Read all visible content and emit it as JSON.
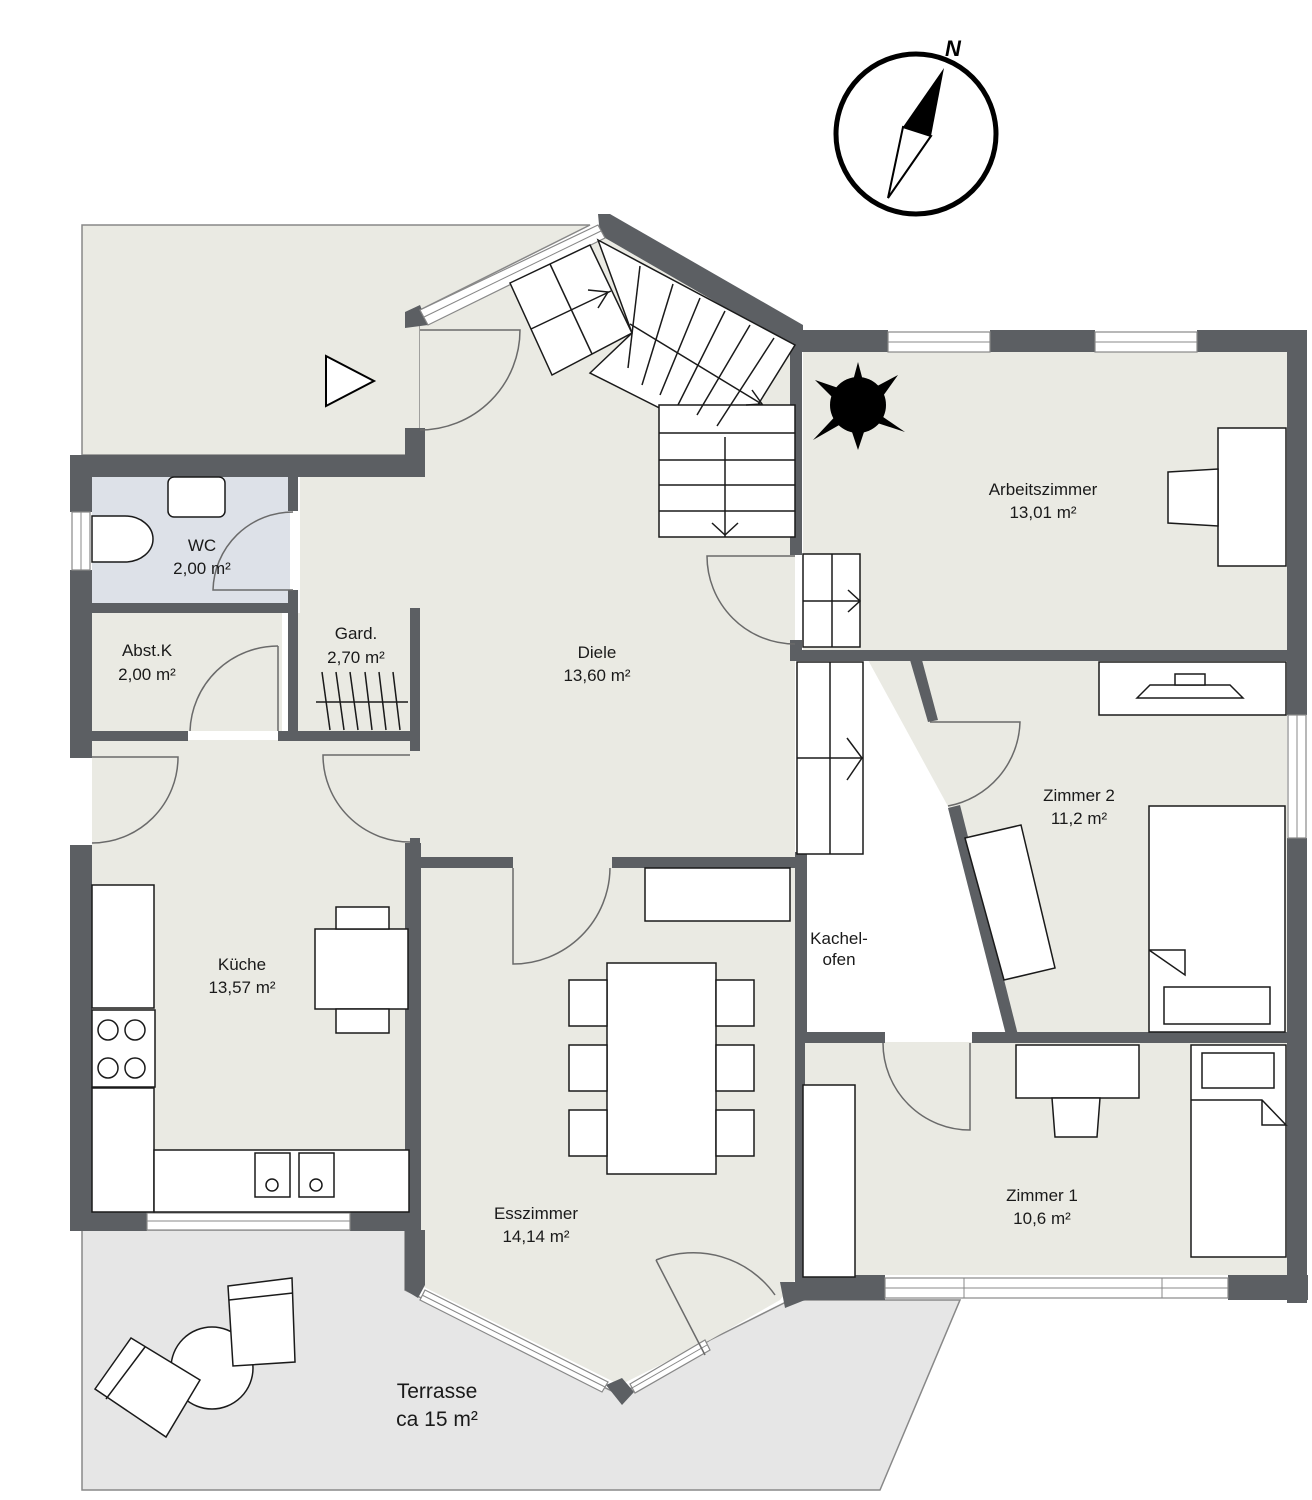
{
  "compass": {
    "label": "N",
    "icon": "north-arrow-icon"
  },
  "colors": {
    "wall": "#5c5f63",
    "floor": "#eaeae3",
    "wc_floor": "#dde1e8",
    "terrace": "#e6e6e6",
    "furniture": "#ffffff",
    "line": "#1a1a1a"
  },
  "rooms": {
    "wc": {
      "name": "WC",
      "area": "2,00 m²"
    },
    "abstk": {
      "name": "Abst.K",
      "area": "2,00 m²"
    },
    "gard": {
      "name": "Gard.",
      "area": "2,70 m²"
    },
    "diele": {
      "name": "Diele",
      "area": "13,60 m²"
    },
    "arbeitszimmer": {
      "name": "Arbeitszimmer",
      "area": "13,01 m²"
    },
    "zimmer2": {
      "name": "Zimmer 2",
      "area": "11,2 m²"
    },
    "kachelofen": {
      "line1": "Kachel-",
      "line2": "ofen"
    },
    "kueche": {
      "name": "Küche",
      "area": "13,57 m²"
    },
    "esszimmer": {
      "name": "Esszimmer",
      "area": "14,14 m²"
    },
    "zimmer1": {
      "name": "Zimmer 1",
      "area": "10,6 m²"
    },
    "terrasse": {
      "name": "Terrasse",
      "area": "ca 15 m²"
    }
  }
}
